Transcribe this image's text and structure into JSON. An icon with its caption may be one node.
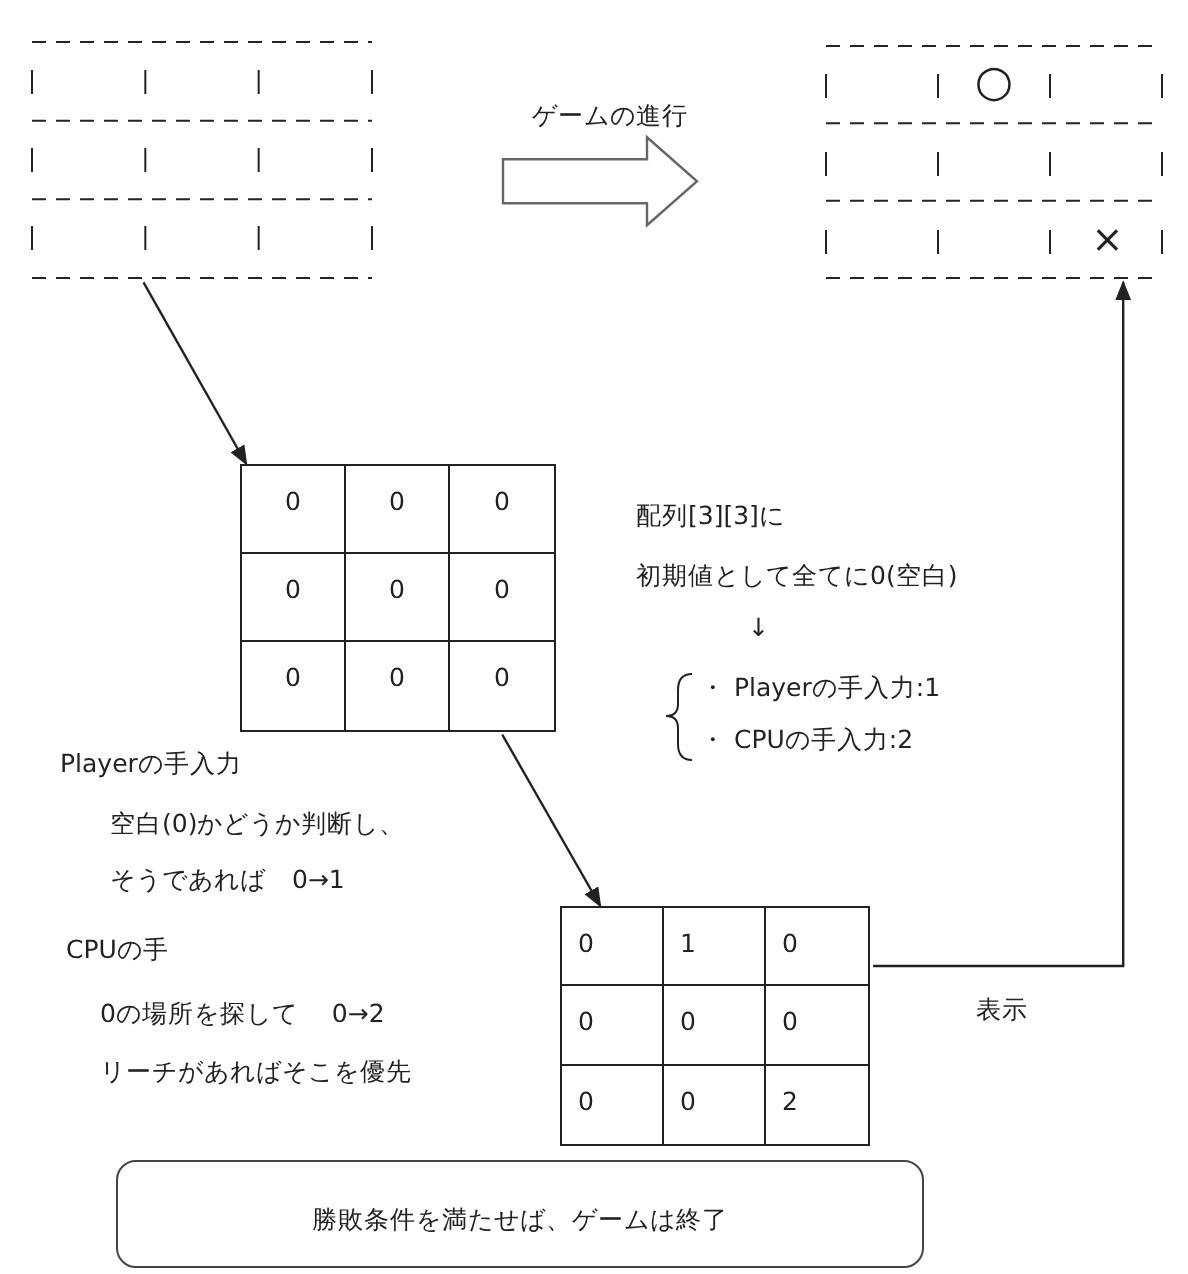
{
  "diagram": {
    "nodes": [
      {
        "text": [],
        "shape": "box"
      },
      {
        "text": [
          "○",
          "×"
        ]
      },
      {
        "text": [
          "0",
          "0",
          "0",
          "0",
          "0",
          "0",
          "0",
          "0",
          "0"
        ]
      },
      {
        "text": [
          "0",
          "1",
          "0",
          "0",
          "0",
          "0",
          "0",
          "0",
          "2"
        ]
      },
      {
        "text": [
          "勝敗条件を満たせば、ゲームは終了"
        ]
      }
    ],
    "edges": [
      {
        "from": 0,
        "to": 1,
        "arrow": "to",
        "style": "thick",
        "label": "ゲームの進行"
      },
      {
        "from": 0,
        "to": 2,
        "arrow": "to"
      },
      {
        "from": 2,
        "to": 3,
        "arrow": "to"
      },
      {
        "from": 3,
        "to": 1,
        "arrow": "to",
        "label": "表示"
      }
    ],
    "labels": [
      "配列[3][3]に",
      "初期値として全てに0(空白)",
      "↓",
      "・ Playerの手入力:1",
      "・ CPUの手入力:2",
      "Playerの手入力",
      "空白(0)かどうか判断し、",
      "そうであれば　0→1",
      "CPUの手",
      "0の場所を探して　 0→2",
      "リーチがあればそこを優先"
    ]
  }
}
